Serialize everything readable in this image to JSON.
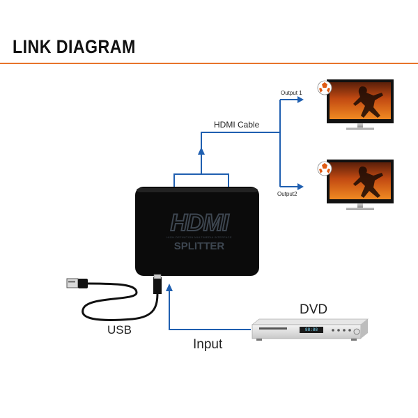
{
  "header": {
    "title": "LINK DIAGRAM"
  },
  "labels": {
    "output1": "Output 1",
    "output2": "Output2",
    "hdmi_cable": "HDMI Cable",
    "dvd": "DVD",
    "usb": "USB",
    "input": "Input"
  },
  "splitter": {
    "logo_text": "HDMI",
    "subtitle": "HIGH-DEFINITION MULTIMEDIA INTERFACE",
    "name": "SPLITTER"
  },
  "dvd_player": {
    "display_text": "88:88"
  },
  "colors": {
    "accent_rule": "#e8742a",
    "arrow_blue": "#1f5fb0",
    "device_black": "#0b0b0b",
    "logo_gray": "#3d4650"
  }
}
